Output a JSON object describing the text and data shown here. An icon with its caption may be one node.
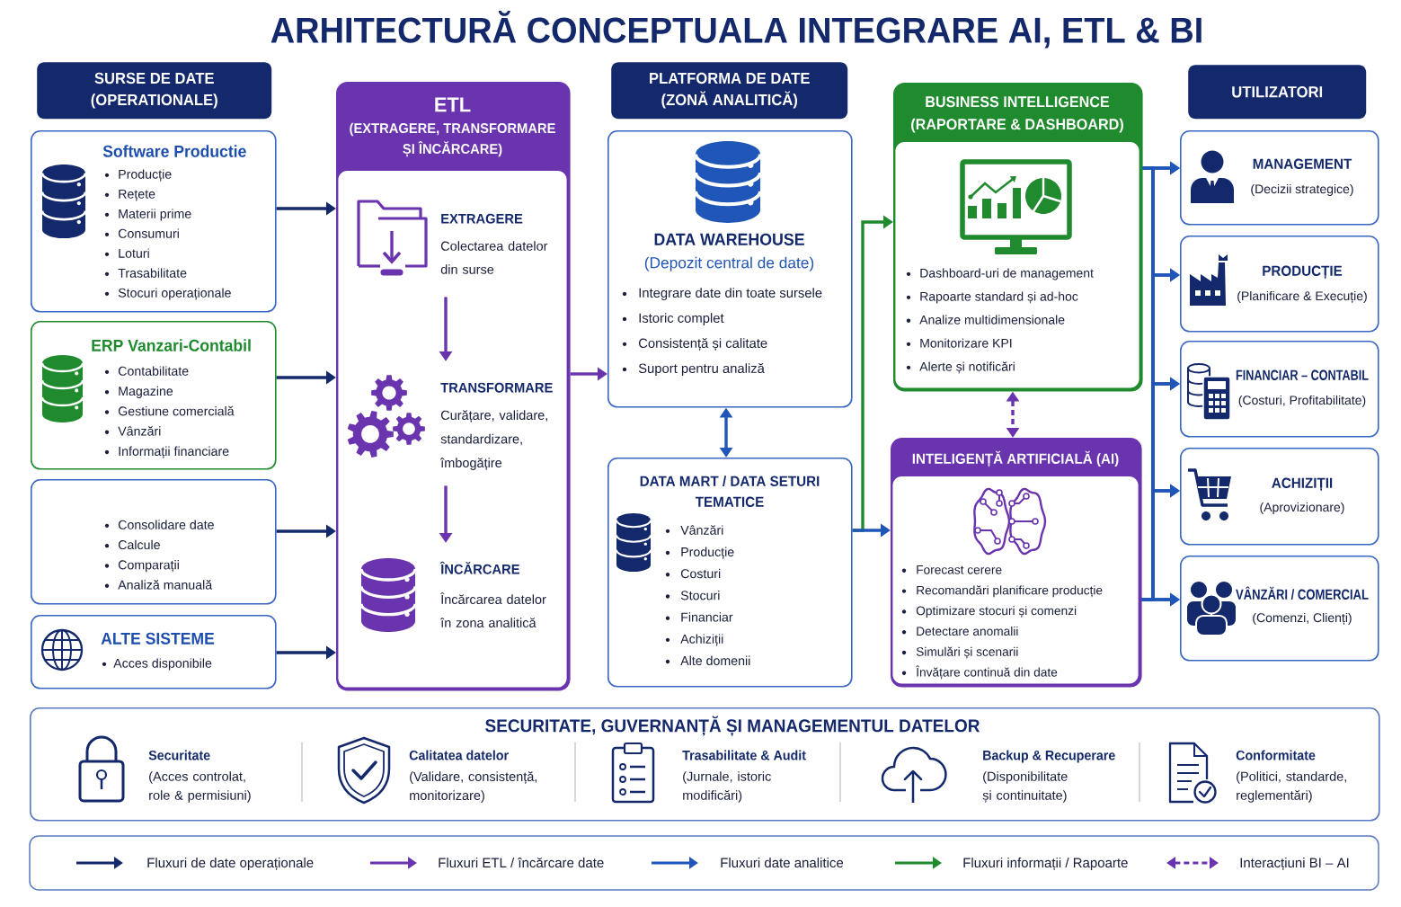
{
  "diagram": {
    "title": "ARHITECTURĂ CONCEPTUALA INTEGRARE AI, ETL & BI",
    "nodes": [
      {
        "text": [
          "SURSE DE DATE (OPERATIONALE)"
        ]
      },
      {
        "text": [
          "Software Productie",
          "Producție",
          "Rețete",
          "Materii prime",
          "Consumuri",
          "Loturi",
          "Trasabilitate",
          "Stocuri operaționale"
        ]
      },
      {
        "text": [
          "ERP Vanzari-Contabil",
          "Contabilitate",
          "Magazine",
          "Gestiune comercială",
          "Vânzări",
          "Informații financiare"
        ]
      },
      {
        "text": [
          "Consolidare date",
          "Calcule",
          "Comparații",
          "Analiză manuală"
        ]
      },
      {
        "text": [
          "ALTE SISTEME",
          "Acces disponibile"
        ]
      },
      {
        "text": [
          "ETL",
          "(EXTRAGERE, TRANSFORMARE ȘI ÎNCĂRCARE)"
        ]
      },
      {
        "text": [
          "EXTRAGERE",
          "Colectarea datelor din surse"
        ],
        "in": 5
      },
      {
        "text": [
          "TRANSFORMARE",
          "Curățare, validare, standardizare, îmbogățire"
        ],
        "in": 5
      },
      {
        "text": [
          "ÎNCĂRCARE",
          "Încărcarea datelor în zona analitică"
        ],
        "in": 5
      },
      {
        "text": [
          "PLATFORMA DE DATE (ZONĂ ANALITICĂ)"
        ]
      },
      {
        "text": [
          "DATA WAREHOUSE",
          "(Depozit central de date)",
          "Integrare date din toate sursele",
          "Istoric complet",
          "Consistență și calitate",
          "Suport pentru analiză"
        ]
      },
      {
        "text": [
          "DATA MART / DATA SETURI TEMATICE",
          "Vânzări",
          "Producție",
          "Costuri",
          "Stocuri",
          "Financiar",
          "Achiziții",
          "Alte domenii"
        ]
      },
      {
        "text": [
          "BUSINESS INTELLIGENCE (RAPORTARE & DASHBOARD)",
          "Dashboard-uri de management",
          "Rapoarte standard și ad-hoc",
          "Analize multidimensionale",
          "Monitorizare KPI",
          "Alerte și notificări"
        ]
      },
      {
        "text": [
          "INTELIGENȚĂ ARTIFICIALĂ (AI)",
          "Forecast cerere",
          "Recomandări planificare producție",
          "Optimizare stocuri și comenzi",
          "Detectare anomalii",
          "Simulări și scenarii",
          "Învățare continuă din date"
        ]
      },
      {
        "text": [
          "UTILIZATORI"
        ]
      },
      {
        "text": [
          "MANAGEMENT",
          "(Decizii strategice)"
        ]
      },
      {
        "text": [
          "PRODUCȚIE",
          "(Planificare & Execuție)"
        ]
      },
      {
        "text": [
          "FINANCIAR – CONTABIL",
          "(Costuri, Profitabilitate)"
        ]
      },
      {
        "text": [
          "ACHIZIȚII",
          "(Aprovizionare)"
        ]
      },
      {
        "text": [
          "VÂNZĂRI / COMERCIAL",
          "(Comenzi, Clienți)"
        ]
      },
      {
        "text": [
          "SECURITATE, GUVERNANȚĂ ȘI MANAGEMENTUL DATELOR",
          "Securitate",
          "(Acces controlat, role & permisiuni)",
          "Calitatea datelor",
          "(Validare, consistență, monitorizare)",
          "Trasabilitate & Audit",
          "(Jurnale, istoric modificări)",
          "Backup & Recuperare",
          "(Disponibilitate și continuitate)",
          "Conformitate",
          "(Politici, standarde, reglementări)"
        ]
      }
    ],
    "edges": [
      {
        "from": 1,
        "to": 5,
        "arrow": "to",
        "color": "#14296b"
      },
      {
        "from": 2,
        "to": 5,
        "arrow": "to",
        "color": "#14296b"
      },
      {
        "from": 3,
        "to": 5,
        "arrow": "to",
        "color": "#14296b"
      },
      {
        "from": 4,
        "to": 5,
        "arrow": "to",
        "color": "#14296b"
      },
      {
        "from": 6,
        "to": 7,
        "arrow": "to",
        "color": "#6a34af"
      },
      {
        "from": 7,
        "to": 8,
        "arrow": "to",
        "color": "#6a34af"
      },
      {
        "from": 5,
        "to": 10,
        "arrow": "to",
        "color": "#6a34af"
      },
      {
        "from": 10,
        "to": 11,
        "arrow": "both"
      },
      {
        "from": 11,
        "to": 12,
        "arrow": "to",
        "color": "#1f8a2e"
      },
      {
        "from": 11,
        "to": 13,
        "arrow": "to"
      },
      {
        "from": 12,
        "to": 13,
        "arrow": "both",
        "style": "dashed",
        "color": "#6a34af"
      },
      {
        "from": 12,
        "to": 15,
        "arrow": "to"
      },
      {
        "from": 12,
        "to": 16,
        "arrow": "to"
      },
      {
        "from": 12,
        "to": 17,
        "arrow": "to"
      },
      {
        "from": 12,
        "to": 18,
        "arrow": "to"
      },
      {
        "from": 12,
        "to": 19,
        "arrow": "to"
      },
      {
        "from": 13,
        "to": 15,
        "arrow": "to"
      },
      {
        "from": 13,
        "to": 16,
        "arrow": "to"
      },
      {
        "from": 13,
        "to": 17,
        "arrow": "to"
      },
      {
        "from": 13,
        "to": 18,
        "arrow": "to"
      },
      {
        "from": 13,
        "to": 19,
        "arrow": "to"
      }
    ],
    "legend": [
      {
        "text": "Fluxuri de date operaționale"
      },
      {
        "text": "Fluxuri ETL / încărcare date"
      },
      {
        "text": "Fluxuri date analitice"
      },
      {
        "text": "Fluxuri informații / Rapoarte"
      },
      {
        "text": "Interacțiuni BI – AI"
      }
    ]
  }
}
